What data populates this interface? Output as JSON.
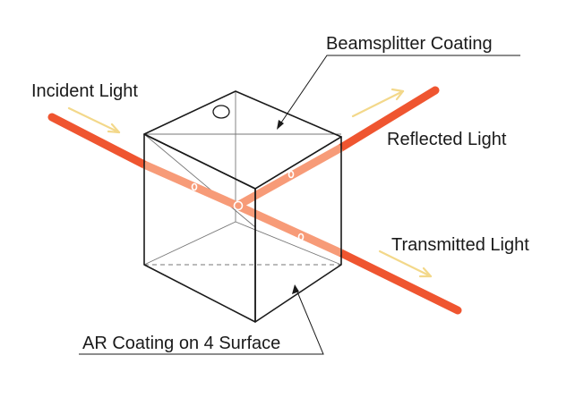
{
  "labels": {
    "beamsplitter_coating": "Beamsplitter Coating",
    "incident_light": "Incident Light",
    "reflected_light": "Reflected Light",
    "transmitted_light": "Transmitted Light",
    "ar_coating": "AR Coating on 4 Surface"
  },
  "colors": {
    "beam_outside": "#ef5530",
    "beam_inside": "#f79b78",
    "arrow": "#f3d88a",
    "cube_edge": "#1a1a1a",
    "hidden_edge": "#777777"
  }
}
